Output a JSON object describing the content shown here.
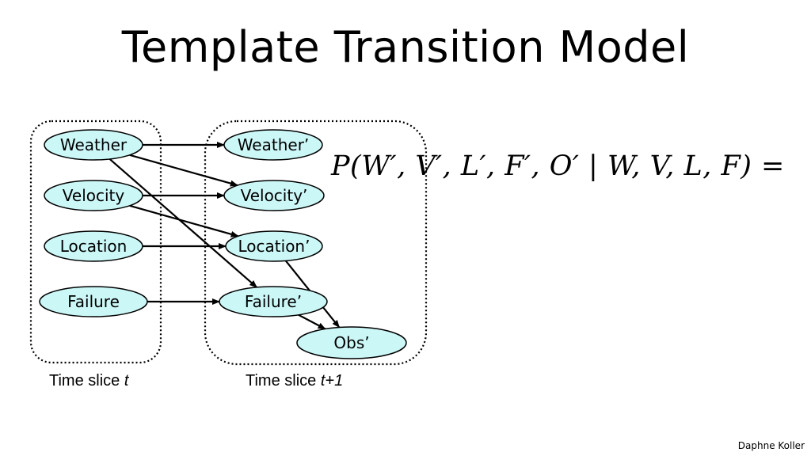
{
  "title": "Template Transition Model",
  "formula": "P(W′, V′, L′, F′, O′ | W, V, L, F) =",
  "author": "Daphne Koller",
  "slices": {
    "t_prefix": "Time slice ",
    "t_var": "t",
    "t1_prefix": "Time slice ",
    "t1_var": "t+1"
  },
  "nodes": {
    "weather": "Weather",
    "velocity": "Velocity",
    "location": "Location",
    "failure": "Failure",
    "weather_p": "Weather’",
    "velocity_p": "Velocity’",
    "location_p": "Location’",
    "failure_p": "Failure’",
    "obs_p": "Obs’"
  },
  "colors": {
    "node_fill": "#ccf7f7",
    "node_stroke": "#000000"
  },
  "edges": [
    [
      "weather",
      "weather_p"
    ],
    [
      "weather",
      "velocity_p"
    ],
    [
      "weather",
      "failure_p"
    ],
    [
      "velocity",
      "velocity_p"
    ],
    [
      "velocity",
      "location_p"
    ],
    [
      "location",
      "location_p"
    ],
    [
      "failure",
      "failure_p"
    ],
    [
      "location_p",
      "obs_p"
    ],
    [
      "failure_p",
      "obs_p"
    ]
  ]
}
